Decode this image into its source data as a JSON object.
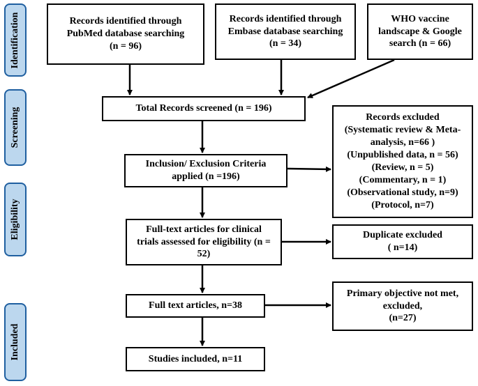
{
  "phases": {
    "identification": "Identification",
    "screening": "Screening",
    "eligibility": "Eligibility",
    "included": "Included"
  },
  "boxes": {
    "pubmed": "Records identified through\nPubMed database searching\n(n = 96)",
    "embase": "Records identified through\nEmbase database searching\n(n = 34)",
    "who": "WHO vaccine\nlandscape & Google\nsearch (n = 66)",
    "screened": "Total Records screened (n = 196)",
    "criteria": "Inclusion/ Exclusion Criteria\napplied (n =196)",
    "excluded": "Records excluded\n(Systematic review & Meta-\nanalysis, n=66 )\n(Unpublished data, n = 56)\n(Review, n = 5)\n(Commentary, n = 1)\n(Observational study, n=9)\n(Protocol, n=7)",
    "fulltext_assessed": "Full-text articles for clinical\ntrials assessed for eligibility (n =\n52)",
    "duplicate": "Duplicate excluded\n( n=14)",
    "fulltext": "Full text articles, n=38",
    "primary": "Primary objective not met,\nexcluded,\n(n=27)",
    "included": "Studies included, n=11"
  }
}
